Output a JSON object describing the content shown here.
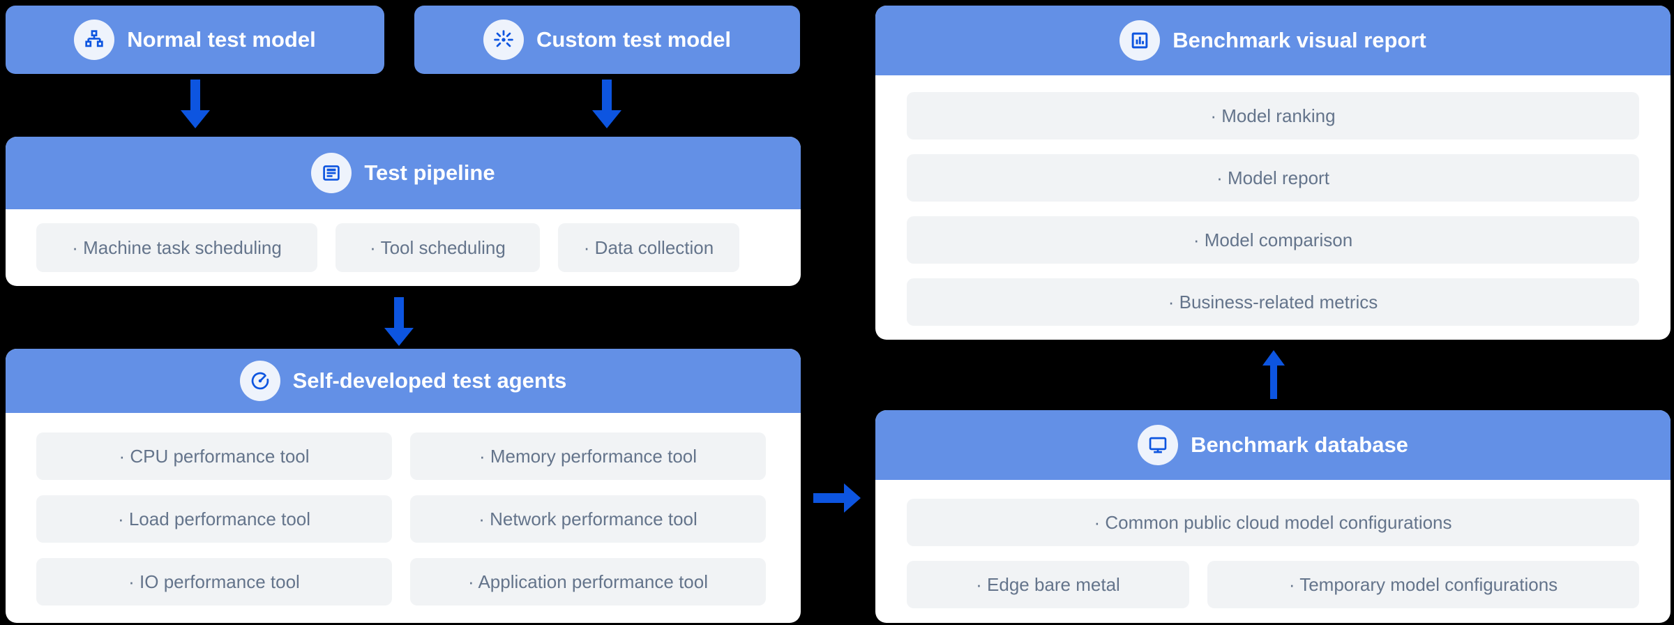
{
  "palette": {
    "background": "#000000",
    "header_blue": "#6390e6",
    "accent_blue": "#0d55e0",
    "icon_circle_bg": "#eef3fc",
    "card_bg": "#ffffff",
    "pill_bg": "#f1f3f5",
    "pill_text": "#64748b",
    "header_text": "#ffffff"
  },
  "nodes": {
    "normal_model": {
      "title": "Normal test model",
      "icon": "sitemap-icon"
    },
    "custom_model": {
      "title": "Custom test model",
      "icon": "burst-icon"
    },
    "pipeline": {
      "title": "Test pipeline",
      "icon": "document-icon",
      "items": [
        "· Machine task scheduling",
        "· Tool scheduling",
        "· Data collection"
      ]
    },
    "agents": {
      "title": "Self-developed test agents",
      "icon": "gauge-icon",
      "items": [
        "· CPU performance tool",
        "· Memory performance tool",
        "· Load performance tool",
        "· Network performance tool",
        "· IO performance tool",
        "· Application performance tool"
      ]
    },
    "report": {
      "title": "Benchmark visual report",
      "icon": "bar-chart-icon",
      "items": [
        "· Model ranking",
        "· Model report",
        "· Model comparison",
        "· Business-related metrics"
      ]
    },
    "database": {
      "title": "Benchmark database",
      "icon": "monitor-icon",
      "items": [
        "· Common public cloud model configurations",
        "· Edge bare metal",
        "· Temporary model configurations"
      ]
    }
  }
}
